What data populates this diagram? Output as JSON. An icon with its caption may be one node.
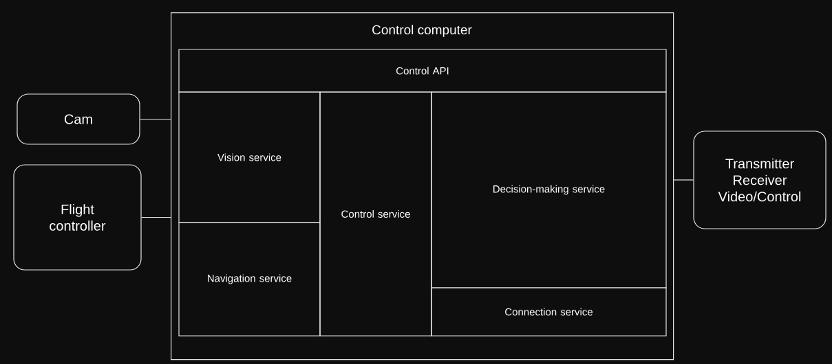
{
  "diagram": {
    "nodes": [
      {
        "text": [
          "Control computer"
        ]
      },
      {
        "text": [
          "Control API"
        ],
        "in": 0
      },
      {
        "text": [
          "Vision service"
        ],
        "in": 0
      },
      {
        "text": [
          "Navigation service"
        ],
        "in": 0
      },
      {
        "text": [
          "Control service"
        ],
        "in": 0
      },
      {
        "text": [
          "Decision-making service"
        ],
        "in": 0
      },
      {
        "text": [
          "Connection service"
        ],
        "in": 0
      },
      {
        "text": [
          "Cam"
        ]
      },
      {
        "text": [
          "Flight controller"
        ]
      },
      {
        "text": [
          "Transmitter Receiver Video/Control"
        ]
      }
    ],
    "edges": [
      {
        "from": 7,
        "to": 0,
        "arrow": "none"
      },
      {
        "from": 8,
        "to": 0,
        "arrow": "none"
      },
      {
        "from": 9,
        "to": 0,
        "arrow": "none"
      }
    ]
  }
}
